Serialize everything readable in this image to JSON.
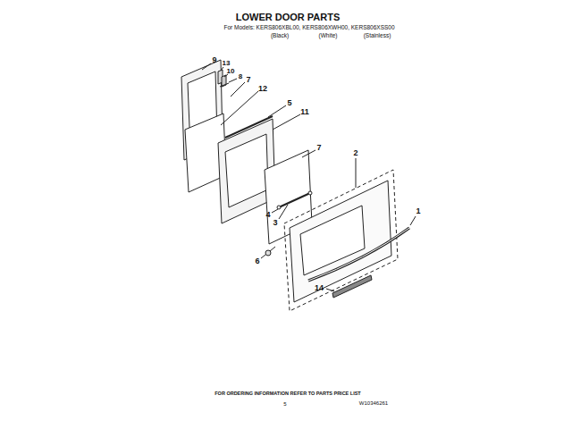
{
  "diagram": {
    "title": "LOWER DOOR PARTS",
    "labels": [
      "For Models: KERS806XBL00, KERS806XWH00, KERS806XSS00",
      "(Black)",
      "(White)",
      "(Stainless)",
      "9",
      "13",
      "10",
      "8",
      "7",
      "12",
      "5",
      "11",
      "7",
      "2",
      "1",
      "4",
      "3",
      "6",
      "14",
      "FOR ORDERING INFORMATION REFER TO PARTS PRICE LIST",
      "5",
      "W10346261"
    ]
  }
}
